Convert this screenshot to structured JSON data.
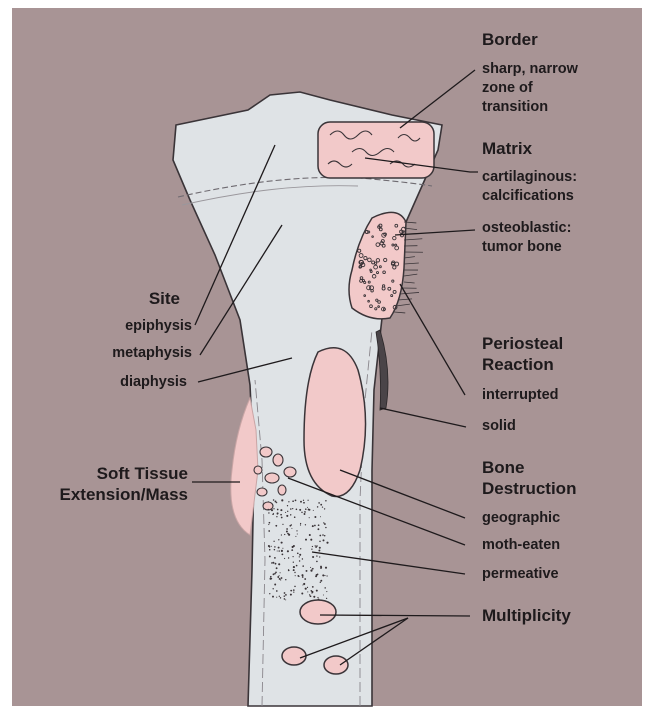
{
  "diagram": {
    "colors": {
      "background": "#a89495",
      "bone_fill": "#dfe3e6",
      "bone_outline": "#3a3438",
      "lesion_pink": "#f2c9c9",
      "ink": "#1e1a1c"
    },
    "groups": {
      "border": {
        "heading": "Border",
        "items": [
          "sharp, narrow",
          "zone of",
          "transition"
        ]
      },
      "matrix": {
        "heading": "Matrix",
        "items": [
          "cartilaginous:",
          "calcifications",
          "osteoblastic:",
          "tumor bone"
        ]
      },
      "site": {
        "heading": "Site",
        "items": [
          "epiphysis",
          "metaphysis",
          "diaphysis"
        ]
      },
      "periosteal": {
        "heading_lines": [
          "Periosteal",
          "Reaction"
        ],
        "items": [
          "interrupted",
          "solid"
        ]
      },
      "soft_tissue": {
        "heading_lines": [
          "Soft Tissue",
          "Extension/Mass"
        ]
      },
      "destruction": {
        "heading_lines": [
          "Bone",
          "Destruction"
        ],
        "items": [
          "geographic",
          "moth-eaten",
          "permeative"
        ]
      },
      "multiplicity": {
        "heading": "Multiplicity"
      }
    }
  }
}
